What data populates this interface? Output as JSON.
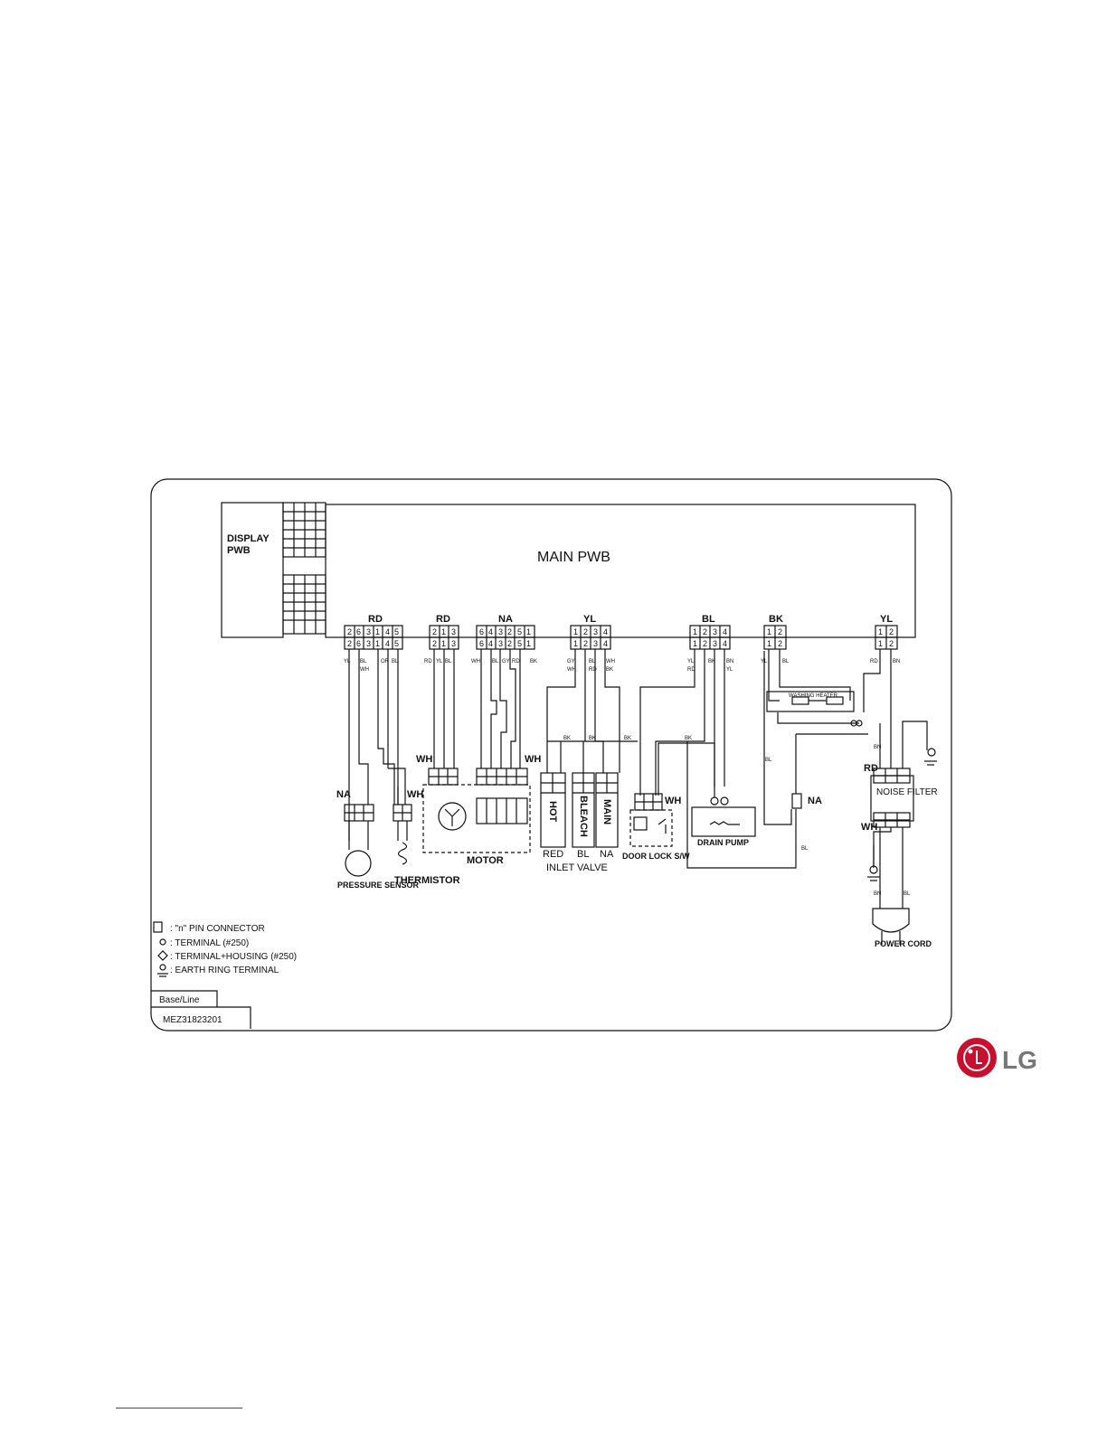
{
  "diagram": {
    "display_pwb": "DISPLAY PWB",
    "main_pwb": "MAIN PWB",
    "connectors": [
      {
        "color": "RD",
        "pins": [
          "2",
          "6",
          "3",
          "1",
          "4",
          "5"
        ],
        "wires": [
          "YL",
          "BL",
          "WH",
          "OR",
          "BL"
        ]
      },
      {
        "color": "RD",
        "pins": [
          "2",
          "1",
          "3"
        ],
        "wires": [
          "RD",
          "YL",
          "BL"
        ]
      },
      {
        "color": "NA",
        "pins": [
          "6",
          "4",
          "3",
          "2",
          "5",
          "1"
        ],
        "wires": [
          "WH",
          "BL",
          "GY",
          "RD",
          "BK"
        ]
      },
      {
        "color": "YL",
        "pins": [
          "1",
          "2",
          "3",
          "4"
        ],
        "wires": [
          "GY",
          "WH",
          "BL",
          "RD",
          "WH",
          "BK"
        ]
      },
      {
        "color": "BL",
        "pins": [
          "1",
          "2",
          "3",
          "4"
        ],
        "wires": [
          "YL",
          "RD",
          "BK",
          "BN",
          "YL"
        ]
      },
      {
        "color": "BK",
        "pins": [
          "1",
          "2"
        ],
        "wires": [
          "YL",
          "BL"
        ]
      },
      {
        "color": "YL",
        "pins": [
          "1",
          "2"
        ],
        "wires": [
          "RD",
          "BN"
        ]
      }
    ],
    "components": {
      "pressure_sensor": "PRESSURE SENSOR",
      "thermistor": "THERMISTOR",
      "motor": "MOTOR",
      "inlet_valve": "INLET VALVE",
      "valve_hot": "HOT",
      "valve_bleach": "BLEACH",
      "valve_main": "MAIN",
      "valve_colors": [
        "RED",
        "BL",
        "NA"
      ],
      "door_lock": "DOOR LOCK S/W",
      "drain_pump": "DRAIN PUMP",
      "washing_heater": "WASHING HEATER",
      "noise_filter": "NOISE FILTER",
      "power_cord": "POWER CORD"
    },
    "side_labels": {
      "na_pressure": "NA",
      "wh_thermistor": "WH",
      "wh_motor_left": "WH",
      "wh_motor_right": "WH",
      "wh_doorlock": "WH",
      "na_right": "NA",
      "rd_filter": "RD",
      "wh_filter": "WH"
    },
    "wire_labels": {
      "bk1": "BK",
      "bk2": "BK",
      "bk3": "BK",
      "bk4": "BK",
      "bl1": "BL",
      "bl2": "BL",
      "bn1": "BN",
      "bn2": "BN",
      "bl3": "BL"
    },
    "legend": [
      {
        "icon": "pin-connector-icon",
        "text": ":  \"n\" PIN CONNECTOR"
      },
      {
        "icon": "terminal-icon",
        "text": ":  TERMINAL (#250)"
      },
      {
        "icon": "terminal-housing-icon",
        "text": ":  TERMINAL+HOUSING (#250)"
      },
      {
        "icon": "earth-ring-icon",
        "text": ":  EARTH RING TERMINAL"
      }
    ],
    "base_line": "Base/Line",
    "part_number": "MEZ31823201"
  },
  "logo": {
    "text": "LG",
    "color": "#c8102e"
  }
}
